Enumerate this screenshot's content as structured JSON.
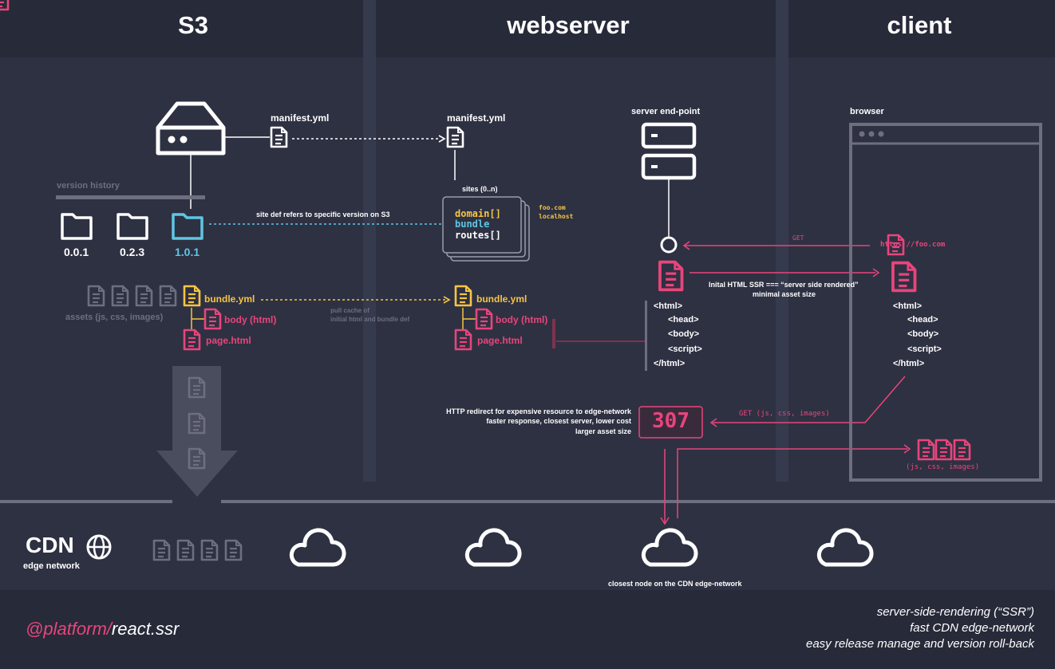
{
  "columns": {
    "s3": "S3",
    "webserver": "webserver",
    "client": "client"
  },
  "s3": {
    "manifest_label": "manifest.yml",
    "version_history": "version history",
    "versions": [
      "0.0.1",
      "0.2.3",
      "1.0.1"
    ],
    "assets_label": "assets (js, css, images)",
    "bundle_label": "bundle.yml",
    "body_label": "body (html)",
    "page_label": "page.html",
    "site_def_note": "site def refers to specific version on S3"
  },
  "webserver": {
    "manifest_label": "manifest.yml",
    "sites_label": "sites (0..n)",
    "site_fields": [
      "domain[]",
      "bundle",
      "routes[]"
    ],
    "domains": [
      "foo.com",
      "localhost"
    ],
    "pull_note": [
      "pull cache of",
      "initial html and bundle def"
    ],
    "bundle_label": "bundle.yml",
    "body_label": "body (html)",
    "page_label": "page.html",
    "server_label": "server end-point",
    "html_lines": [
      "<html>",
      "<head>",
      "<body>",
      "<script>",
      "</html>"
    ],
    "ssr_note": [
      "Inital HTML SSR === “server side rendered”",
      "minimal asset size"
    ],
    "redirect_code": "307",
    "redirect_note": [
      "HTTP redirect for expensive resource to edge-network",
      "faster response, closest server, lower cost",
      "larger asset size"
    ]
  },
  "client": {
    "browser_label": "browser",
    "get_label": "GET",
    "url": "https://foo.com",
    "html_lines": [
      "<html>",
      "<head>",
      "<body>",
      "<script>",
      "</html>"
    ],
    "get_assets": "GET (js, css, images)",
    "assets_label": "(js, css, images)"
  },
  "cdn": {
    "title": "CDN",
    "subtitle": "edge network",
    "closest_node": "closest node on the CDN edge-network"
  },
  "footer": {
    "brand_prefix": "@platform/",
    "brand_suffix": "react.ssr",
    "features": [
      "server-side-rendering (“SSR”)",
      "fast CDN edge-network",
      "easy release manage and version roll-back"
    ]
  },
  "colors": {
    "background": "#2e3142",
    "band": "#272a39",
    "pink": "#e8457b",
    "yellow": "#f5c542",
    "cyan": "#5fc6e3",
    "grey": "#6d6f80"
  }
}
